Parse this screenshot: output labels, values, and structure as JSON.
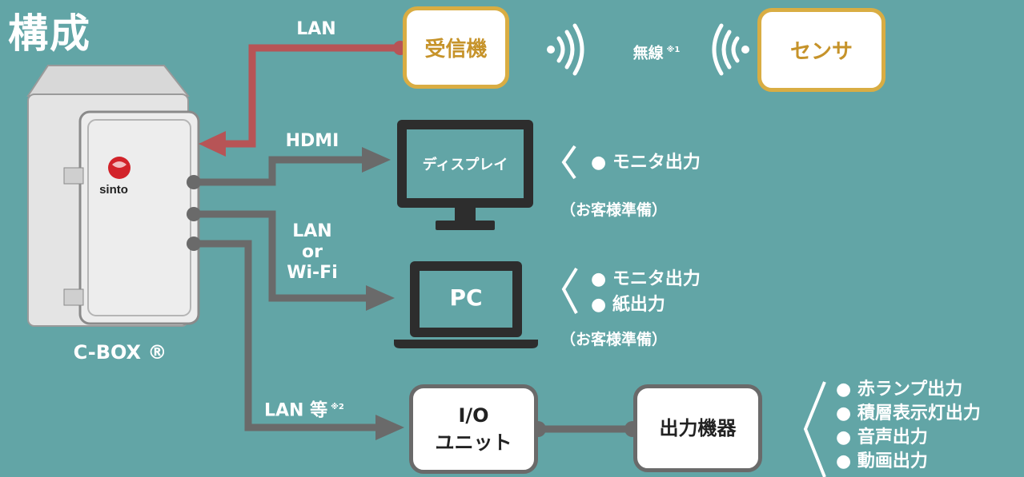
{
  "title": "構成",
  "device": {
    "name": "C-BOX ®",
    "logo_text": "sinto"
  },
  "links": {
    "lan_top": "LAN",
    "hdmi": "HDMI",
    "lan_wifi": [
      "LAN",
      "or",
      "Wi-Fi"
    ],
    "lan_etc": "LAN 等",
    "lan_etc_note": "※2"
  },
  "receiver": {
    "label": "受信機"
  },
  "wireless": {
    "label": "無線",
    "note": "※1"
  },
  "sensor": {
    "label": "センサ"
  },
  "display": {
    "label": "ディスプレイ",
    "outputs": [
      "モニタ出力"
    ],
    "note": "（お客様準備）"
  },
  "pc": {
    "label": "PC",
    "outputs": [
      "モニタ出力",
      "紙出力"
    ],
    "note": "（お客様準備）"
  },
  "io_unit": {
    "line1": "I/O",
    "line2": "ユニット"
  },
  "output_device": {
    "label": "出力機器",
    "outputs": [
      "赤ランプ出力",
      "積層表示灯出力",
      "音声出力",
      "動画出力"
    ]
  },
  "colors": {
    "background": "#62a5a6",
    "lan_arrow": "#b75456",
    "gray_arrow": "#6a6a6a",
    "gold": "#d9ad43"
  }
}
